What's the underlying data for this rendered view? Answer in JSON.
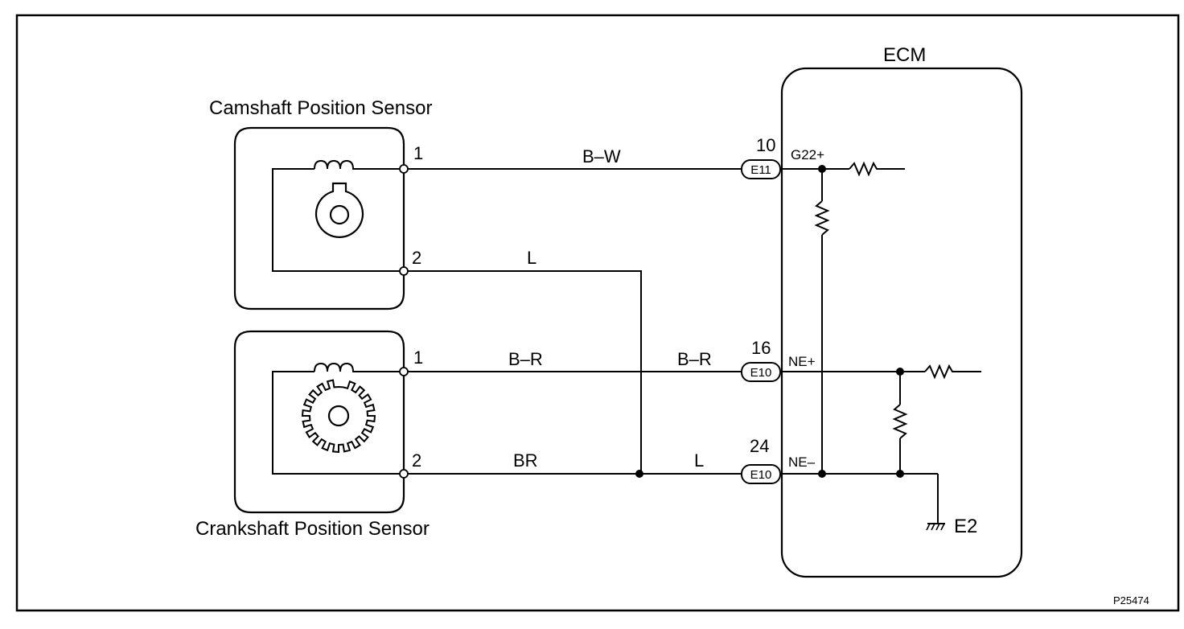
{
  "labels": {
    "camshaft_sensor": "Camshaft Position Sensor",
    "crankshaft_sensor": "Crankshaft Position Sensor",
    "ecm": "ECM",
    "figure_ref": "P25474"
  },
  "sensor_pins": {
    "cam_pin1": "1",
    "cam_pin2": "2",
    "crank_pin1": "1",
    "crank_pin2": "2"
  },
  "wire_colors": {
    "cam1_to_ecm": "B–W",
    "cam2": "L",
    "crank1_left": "B–R",
    "crank1_right": "B–R",
    "crank2_left": "BR",
    "crank2_right": "L"
  },
  "ecm_connectors": [
    {
      "pin": "10",
      "connector": "E11",
      "terminal": "G22+"
    },
    {
      "pin": "16",
      "connector": "E10",
      "terminal": "NE+"
    },
    {
      "pin": "24",
      "connector": "E10",
      "terminal": "NE–"
    }
  ],
  "ground_label": "E2"
}
